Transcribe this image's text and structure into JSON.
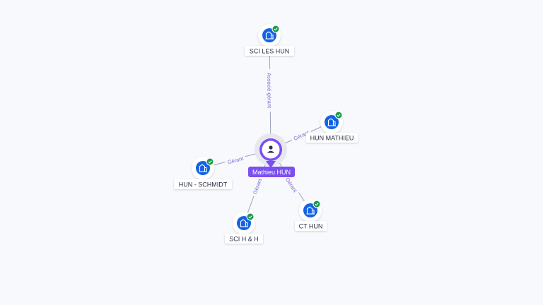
{
  "center": {
    "name": "Mathieu HUN",
    "icon": "person-icon",
    "color": "#7b4ff0"
  },
  "companies": [
    {
      "id": "sci-les-hun",
      "name": "SCI LES HUN",
      "relation": "Associé-gérant",
      "verified": true
    },
    {
      "id": "hun-mathieu",
      "name": "HUN MATHIEU",
      "relation": "Gérant",
      "verified": true
    },
    {
      "id": "hun-schmidt",
      "name": "HUN - SCHMIDT",
      "relation": "Gérant",
      "verified": true
    },
    {
      "id": "sci-h-h",
      "name": "SCI H & H",
      "relation": "Gérant",
      "verified": true
    },
    {
      "id": "ct-hun",
      "name": "CT HUN",
      "relation": "Gérant",
      "verified": true
    }
  ],
  "colors": {
    "company_node": "#1463e6",
    "verified_badge": "#1a9a4a",
    "edge": "#9aa0b8",
    "relation_text": "#7a6ad6"
  },
  "icons": {
    "company": "building-icon",
    "verified": "check-badge-icon"
  }
}
